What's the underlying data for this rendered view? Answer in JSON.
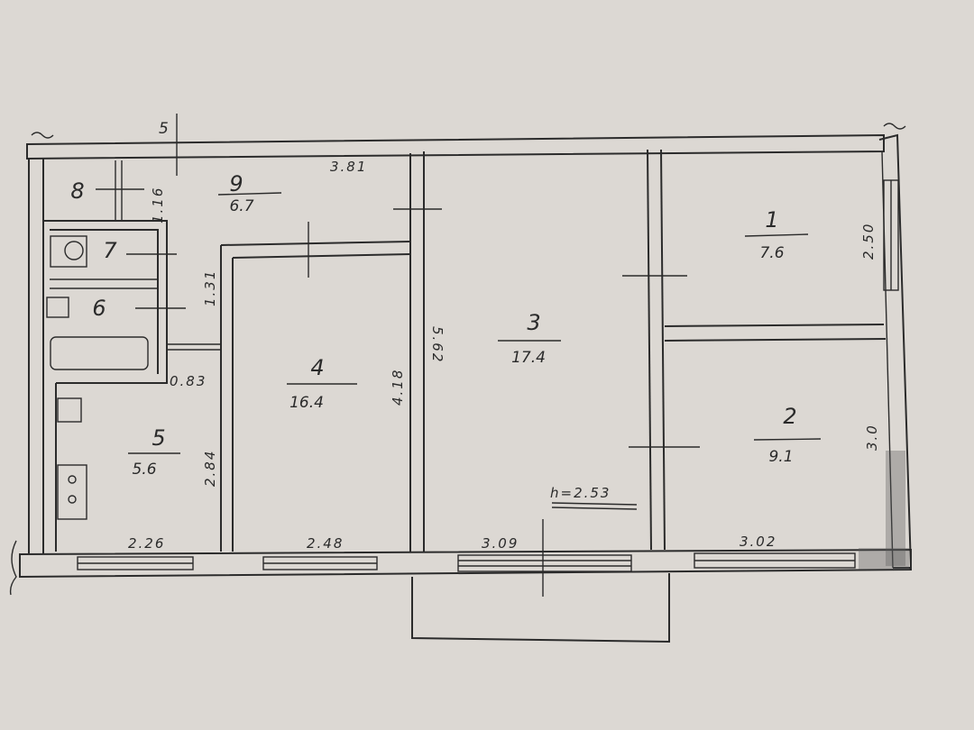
{
  "rooms": [
    {
      "id": "r1",
      "number": "1",
      "area": "7.6"
    },
    {
      "id": "r2",
      "number": "2",
      "area": "9.1"
    },
    {
      "id": "r3",
      "number": "3",
      "area": "17.4"
    },
    {
      "id": "r4",
      "number": "4",
      "area": "16.4"
    },
    {
      "id": "r5",
      "number": "5",
      "area": "5.6"
    },
    {
      "id": "r6",
      "number": "6",
      "area": ""
    },
    {
      "id": "r7",
      "number": "7",
      "area": ""
    },
    {
      "id": "r8",
      "number": "8",
      "area": ""
    },
    {
      "id": "r9",
      "number": "9",
      "area": "6.7"
    }
  ],
  "dimensions": {
    "top_wall_mark": "5",
    "hall_length": "3.81",
    "room8_width": "1.16",
    "bath_depth": "1.31",
    "bath_wall": "0.83",
    "room5_length": "2.84",
    "room4_length": "4.18",
    "room3_length": "5.62",
    "room1_length": "2.50",
    "room2_length": "3.0",
    "bottom_1": "2.26",
    "bottom_2": "2.48",
    "bottom_3": "3.09",
    "bottom_4": "3.02"
  },
  "ceiling_height": "h=2.53"
}
